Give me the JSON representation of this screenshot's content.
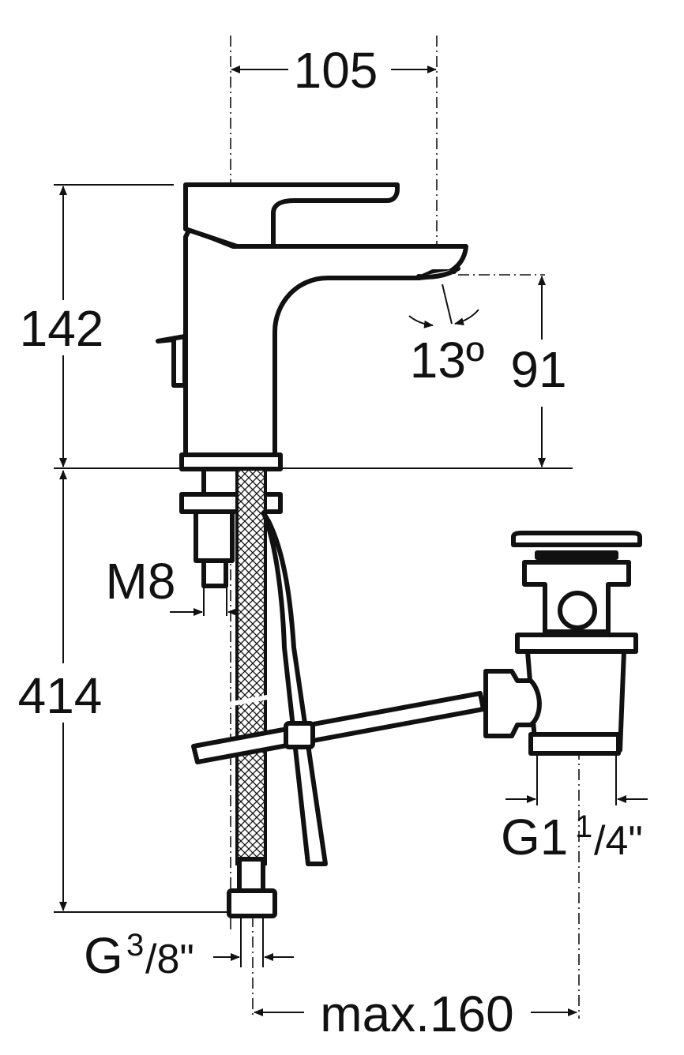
{
  "drawing": {
    "width_spacing": "105",
    "total_height": "142",
    "spout_height": "91",
    "spout_angle": "13º",
    "mounting_thread": "M8",
    "below_counter": "414",
    "supply_prefix": "G",
    "supply_num": "3",
    "supply_den": "/8\"",
    "waste_prefix": "G1",
    "waste_num": "1",
    "waste_den": "/4\"",
    "max_distance": "max.160"
  },
  "colors": {
    "line": "#111111",
    "background": "#ffffff"
  }
}
